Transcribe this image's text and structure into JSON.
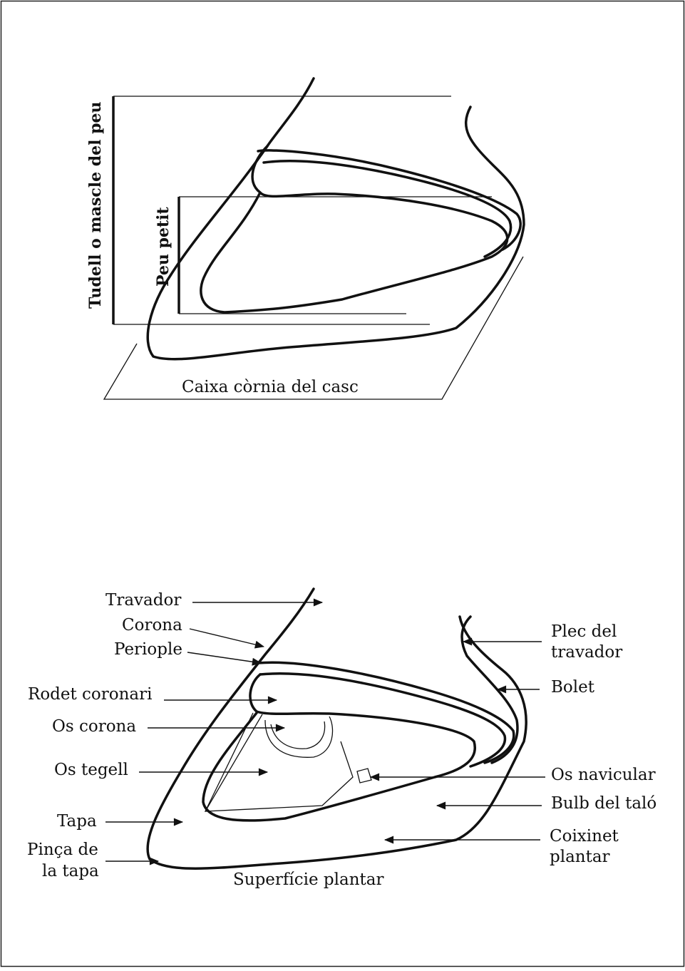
{
  "top_diagram": {
    "label_tudell": "Tudell o mascle del peu",
    "label_peu_petit": "Peu petit",
    "label_caixa": "Caixa còrnia del casc"
  },
  "bottom_diagram": {
    "labels": {
      "travador": "Travador",
      "corona": "Corona",
      "periople": "Periople",
      "rodet_coronari": "Rodet coronari",
      "os_corona": "Os corona",
      "os_tegell": "Os tegell",
      "tapa": "Tapa",
      "pinca_1": "Pinça de",
      "pinca_2": "la tapa",
      "superficie_plantar": "Superfície plantar",
      "plec_1": "Plec del",
      "plec_2": "travador",
      "bolet": "Bolet",
      "os_navicular": "Os navicular",
      "bulb_talo": "Bulb del taló",
      "coixinet_1": "Coixinet",
      "coixinet_2": "plantar"
    }
  }
}
